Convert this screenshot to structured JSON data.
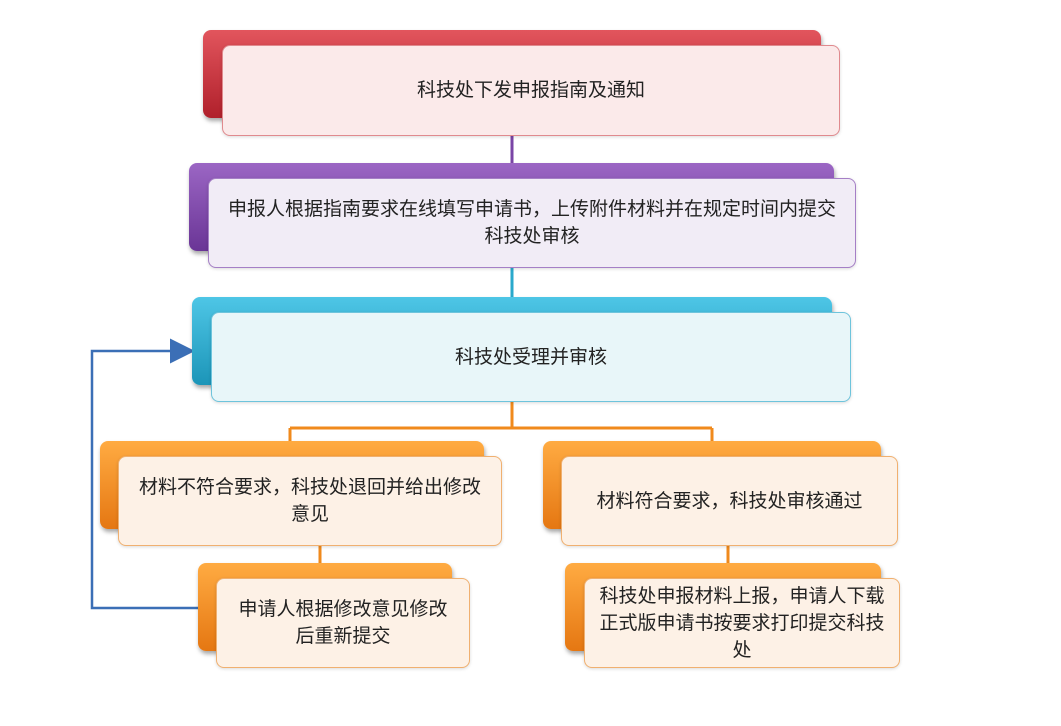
{
  "flowchart": {
    "nodes": {
      "step1": "科技处下发申报指南及通知",
      "step2": "申报人根据指南要求在线填写申请书，上传附件材料并在规定时间内提交科技处审核",
      "step3": "科技处受理并审核",
      "reject": "材料不符合要求，科技处退回并给出修改意见",
      "resubmit": "申请人根据修改意见修改后重新提交",
      "approve": "材料符合要求，科技处审核通过",
      "final": "科技处申报材料上报，申请人下载正式版申请书按要求打印提交科技处"
    },
    "colors": {
      "step1": "#c0303a",
      "step2": "#7a45a6",
      "step3": "#2aa9cc",
      "branches": "#f08a1c",
      "feedback_arrow": "#3b6fb6"
    }
  }
}
